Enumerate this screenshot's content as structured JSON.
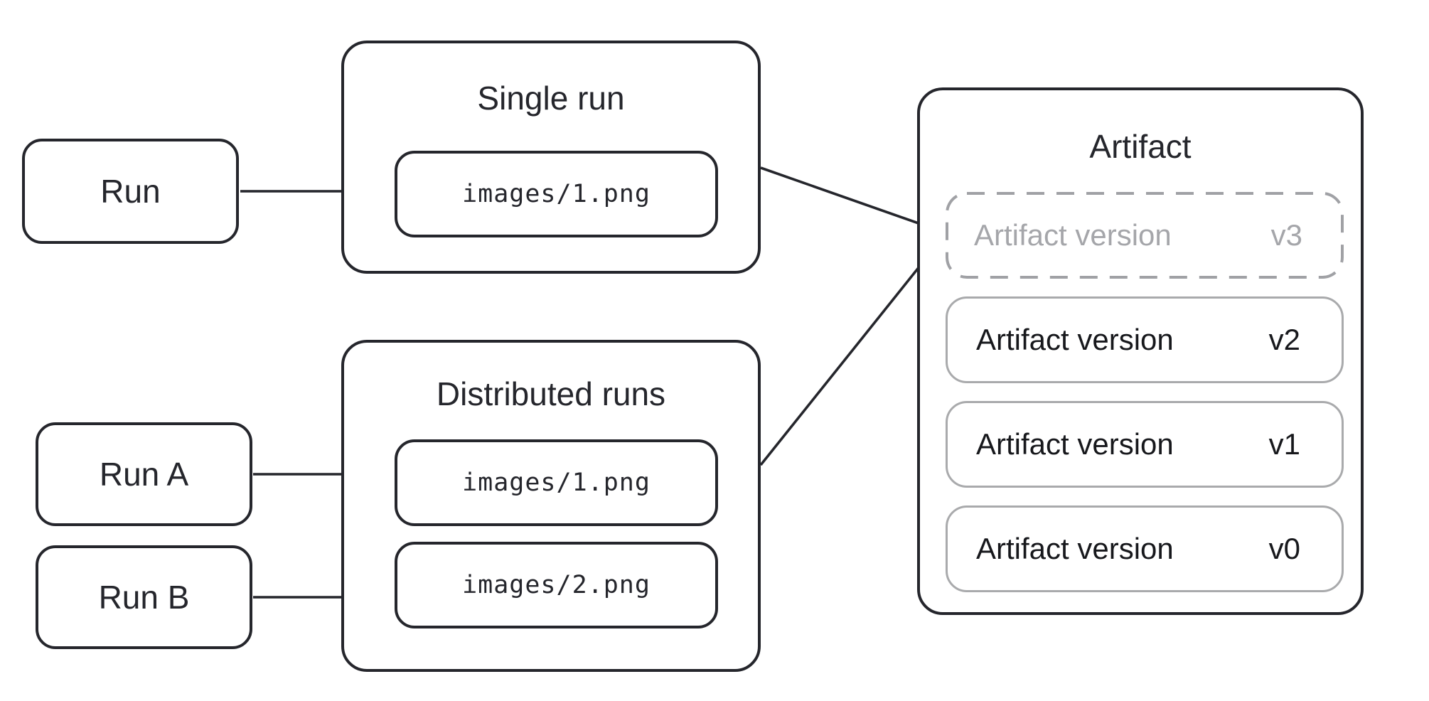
{
  "colors": {
    "ink": "#25262c",
    "muted_border": "#a9aaac",
    "muted_dash_border": "#a0a1a5",
    "muted_text": "#a5a6aa",
    "background": "#ffffff"
  },
  "nodes": {
    "run": {
      "label": "Run"
    },
    "run_a": {
      "label": "Run A"
    },
    "run_b": {
      "label": "Run B"
    }
  },
  "groups": {
    "single_run": {
      "title": "Single run",
      "files": [
        "images/1.png"
      ]
    },
    "distributed_runs": {
      "title": "Distributed runs",
      "files": [
        "images/1.png",
        "images/2.png"
      ]
    },
    "artifact": {
      "title": "Artifact",
      "versions": [
        {
          "label": "Artifact version",
          "version": "v3",
          "state": "pending"
        },
        {
          "label": "Artifact version",
          "version": "v2",
          "state": "committed"
        },
        {
          "label": "Artifact version",
          "version": "v1",
          "state": "committed"
        },
        {
          "label": "Artifact version",
          "version": "v0",
          "state": "committed"
        }
      ]
    }
  },
  "edges": [
    {
      "from": "run",
      "to": "single_run images/1.png"
    },
    {
      "from": "run_a",
      "to": "distributed_runs images/1.png"
    },
    {
      "from": "run_b",
      "to": "distributed_runs images/2.png"
    },
    {
      "from": "single_run",
      "to": "artifact version v3"
    },
    {
      "from": "distributed_runs",
      "to": "artifact version v3"
    }
  ]
}
